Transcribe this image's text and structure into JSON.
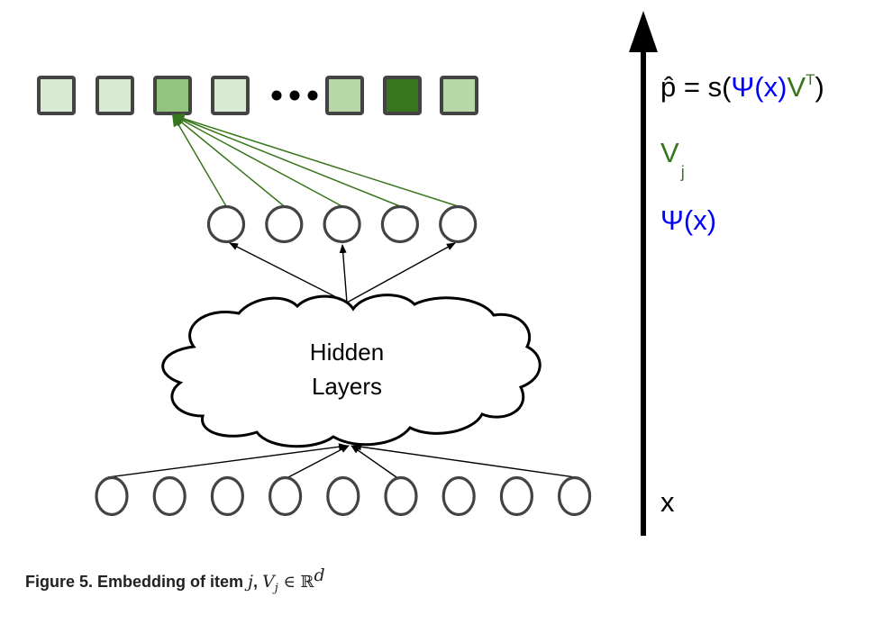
{
  "embedding_row": {
    "cells": [
      {
        "shade": "#d9ead3"
      },
      {
        "shade": "#d9ead3"
      },
      {
        "shade": "#93c47d",
        "highlighted": true
      },
      {
        "shade": "#d9ead3"
      },
      {
        "ellipsis": true
      },
      {
        "shade": "#b6d7a8"
      },
      {
        "shade": "#38761d"
      },
      {
        "shade": "#b6d7a8"
      }
    ]
  },
  "hidden_layer": {
    "label_line1": "Hidden",
    "label_line2": "Layers"
  },
  "nodes": {
    "embedding_dim_nodes": 5,
    "input_nodes": 9
  },
  "axis_labels": {
    "output": {
      "p_hat": "p̂",
      "equals": " = s(",
      "psi": "Ψ(x)",
      "v": "V",
      "t": "T",
      "close": ")"
    },
    "vj": {
      "v": "V",
      "sub": "j"
    },
    "psi": "Ψ(x)",
    "x": "x"
  },
  "colors": {
    "green_edges": "#38761d",
    "blue_text": "#0000ff",
    "green_text": "#38761d",
    "node_stroke": "#434343"
  },
  "caption": {
    "prefix": "Figure 5. Embedding of item ",
    "j": "j",
    "comma": ", ",
    "V": "V",
    "sub_j": "j",
    "in": " ∈ ",
    "R": "ℝ",
    "d": "d"
  }
}
